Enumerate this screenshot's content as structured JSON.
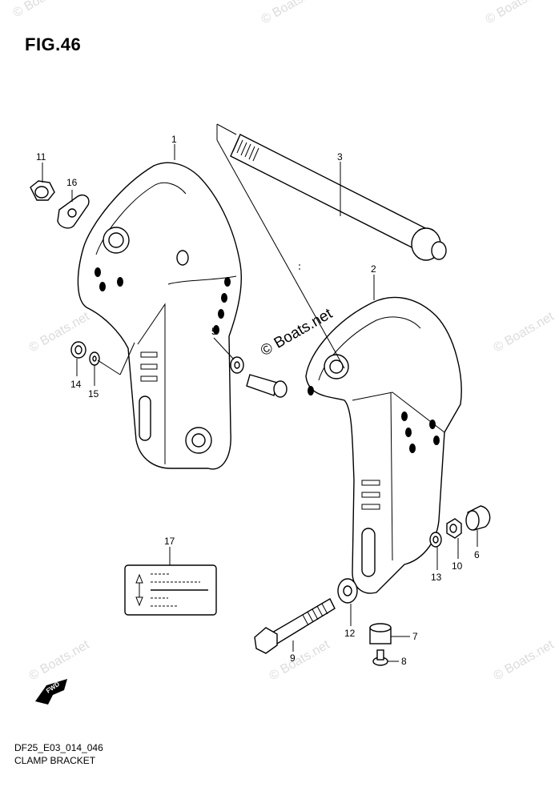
{
  "figure": {
    "title": "FIG.46"
  },
  "callouts": [
    "1",
    "2",
    "3",
    "5",
    "6",
    "7",
    "8",
    "9",
    "10",
    "11",
    "12",
    "13",
    "14",
    "15",
    "16",
    "17"
  ],
  "watermark": {
    "text": "© Boats.net",
    "center_text": "© Boats.net"
  },
  "footer": {
    "code": "DF25_E03_014_046",
    "caption": "CLAMP BRACKET"
  },
  "fwd_badge": {
    "text": "FWD"
  }
}
